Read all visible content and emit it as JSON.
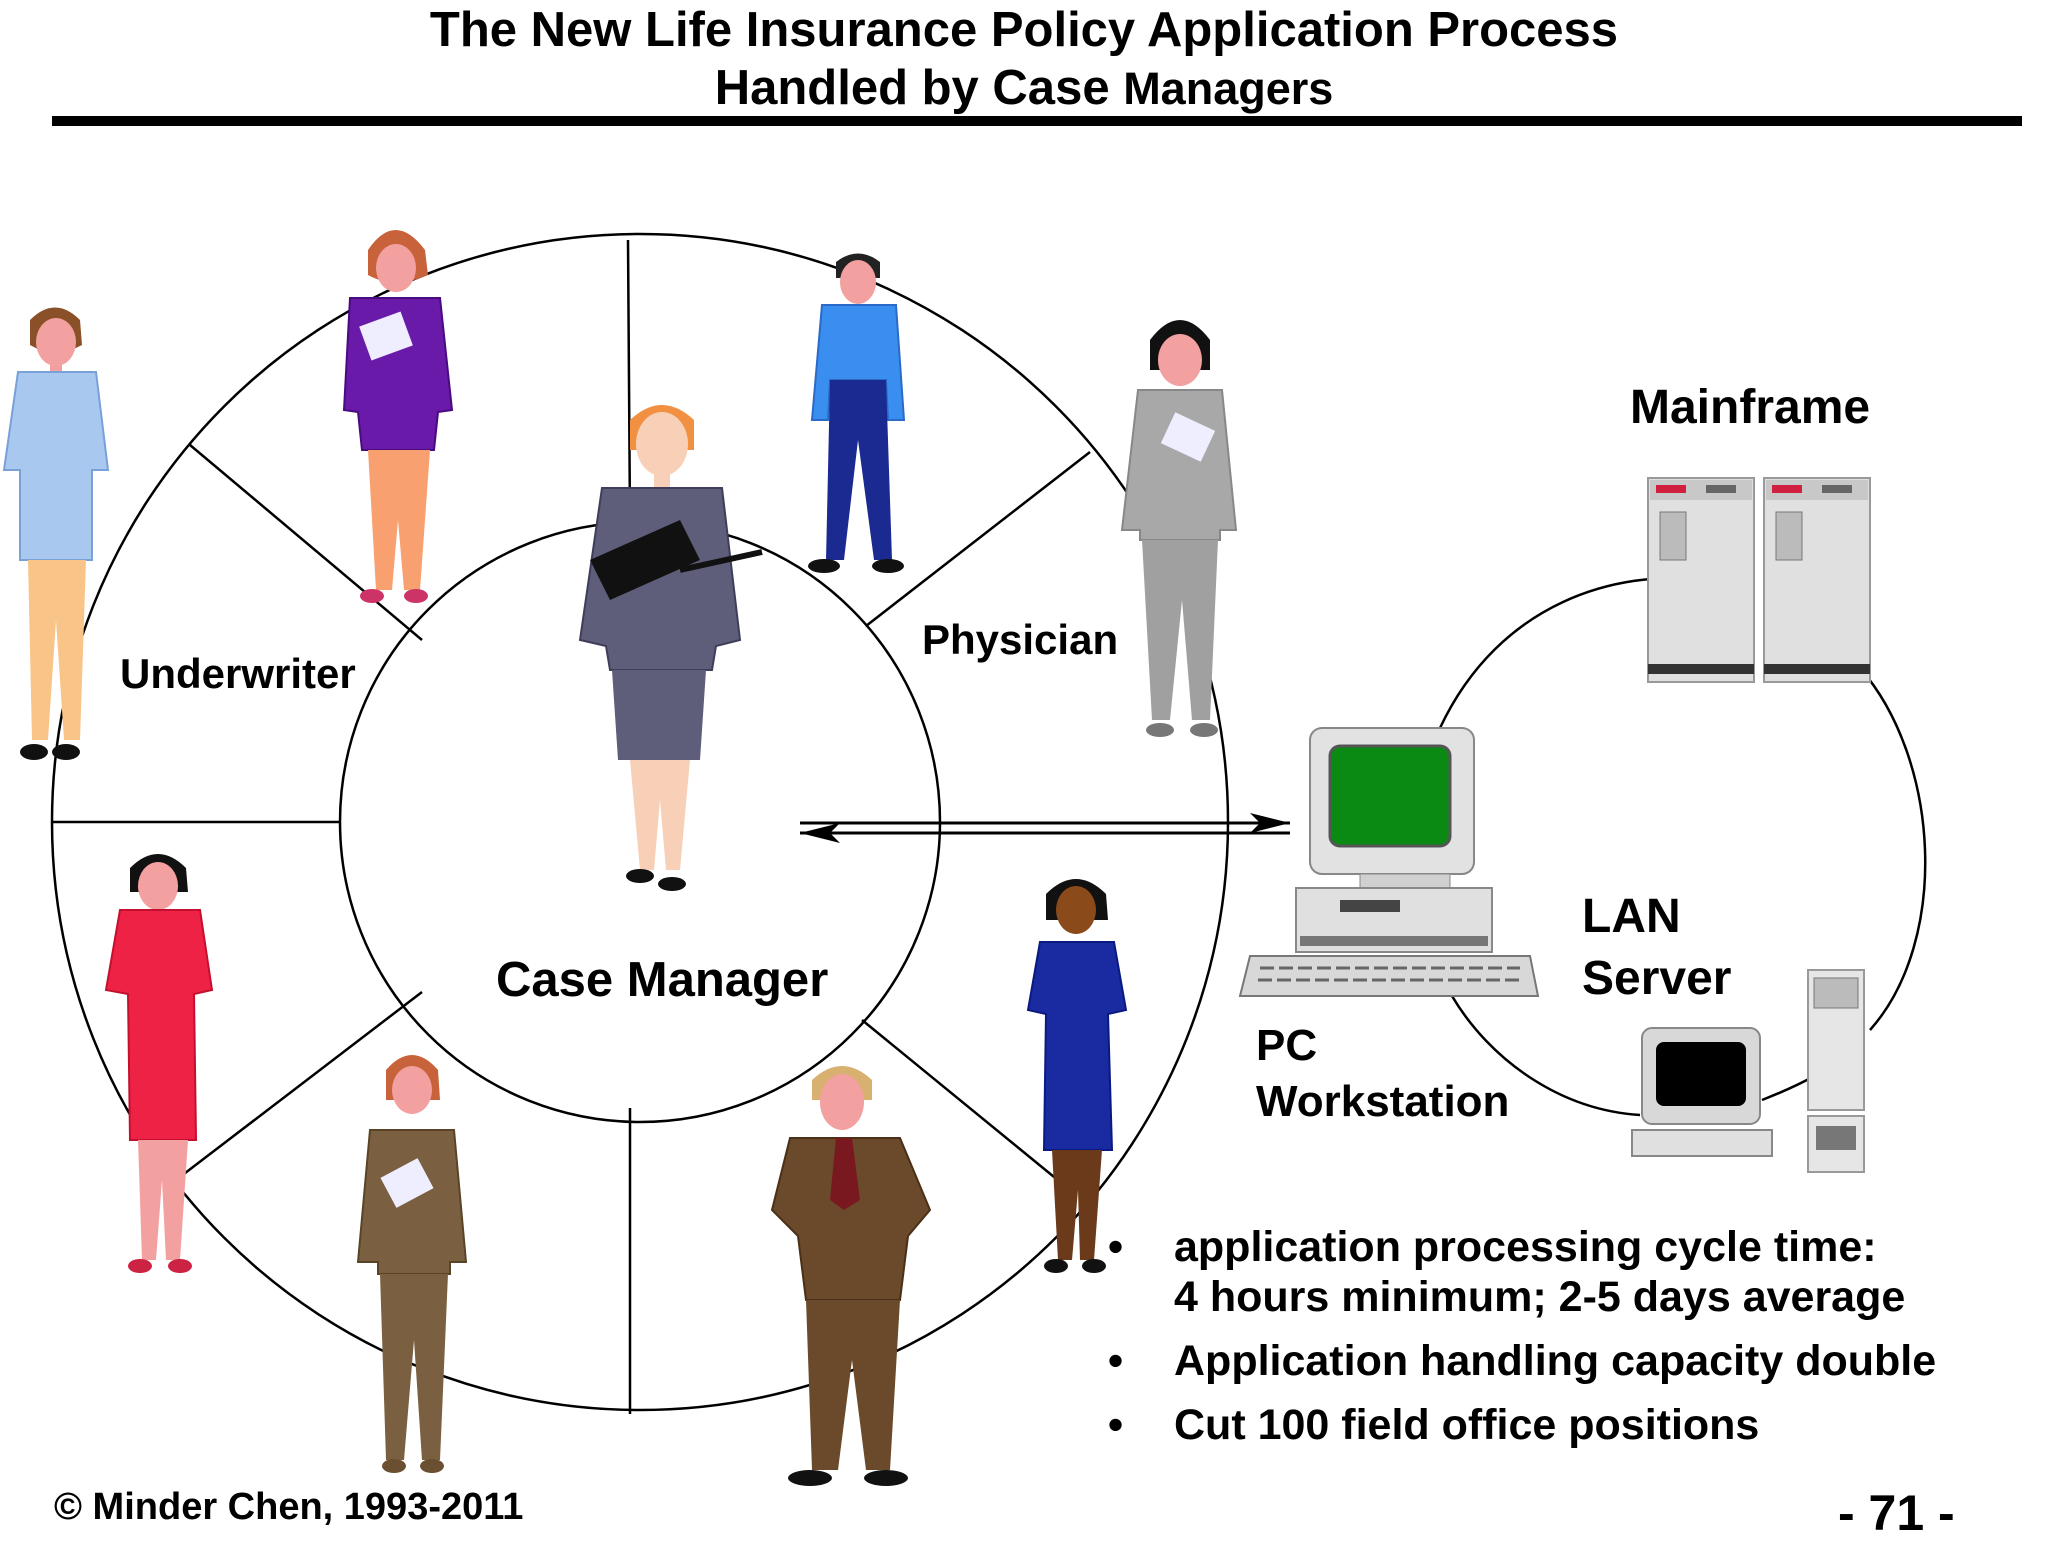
{
  "title": {
    "line1": "The New Life Insurance Policy Application Process",
    "line2_main": "Handled by Case ",
    "line2_small": "Managers"
  },
  "labels": {
    "underwriter": "Underwriter",
    "physician": "Physician",
    "case_manager": "Case Manager",
    "mainframe": "Mainframe",
    "lan_line1": "LAN",
    "lan_line2": "Server",
    "pc_line1": "PC",
    "pc_line2": "Workstation"
  },
  "bullets": [
    {
      "symbol": "•",
      "line1": "application processing cycle time:",
      "line2": "4 hours minimum; 2-5 days average"
    },
    {
      "symbol": "•",
      "line1": "Application handling capacity double"
    },
    {
      "symbol": "•",
      "line1": "Cut 100 field office positions"
    }
  ],
  "footer": "© Minder Chen, 1993-2011",
  "page_number": "- 71 -",
  "colors": {
    "screen_green": "#0a8a12",
    "figure_purple": "#6a1aa8",
    "figure_blue": "#3a8ef0",
    "figure_red": "#ee2244",
    "figure_navy": "#1a2aa0",
    "suit_gray": "#5e5e7a",
    "suit_brown": "#6a4a2a"
  }
}
